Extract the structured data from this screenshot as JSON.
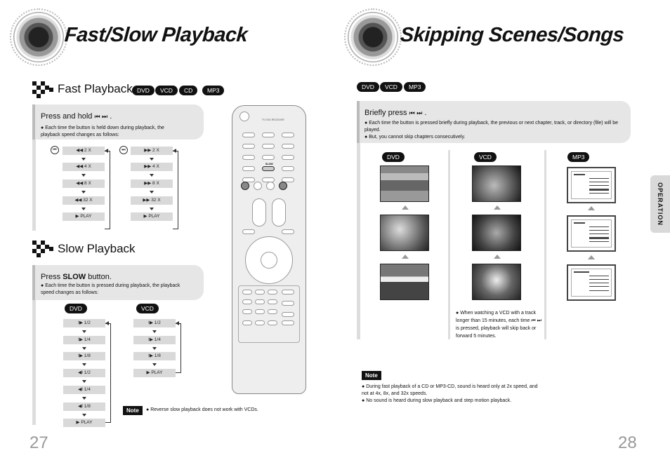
{
  "left": {
    "title": "Fast/Slow Playback",
    "fast": {
      "heading": "Fast Playback",
      "badges": [
        "DVD",
        "VCD",
        "CD",
        "MP3"
      ],
      "instruction": "Press and hold",
      "instruction_icons": "⏮ ⏭",
      "instruction_end": ".",
      "bullet": "Each time the button is held down during playback, the playback speed changes as follows:",
      "rev_icon": "⏮",
      "fwd_icon": "⏭",
      "rev_steps": [
        "◀◀   2 X",
        "◀◀   4 X",
        "◀◀   8 X",
        "◀◀   32 X",
        "▶   PLAY"
      ],
      "fwd_steps": [
        "▶▶   2 X",
        "▶▶   4 X",
        "▶▶   8 X",
        "▶▶   32 X",
        "▶   PLAY"
      ]
    },
    "slow": {
      "heading": "Slow Playback",
      "instruction_pre": "Press",
      "instruction_key": "SLOW",
      "instruction_post": "button.",
      "bullet": "Each time the button is pressed during playback, the playback speed changes as follows:",
      "dvd_badge": "DVD",
      "vcd_badge": "VCD",
      "dvd_steps": [
        "I▶   1/2",
        "I▶   1/4",
        "I▶   1/8",
        "◀I   1/2",
        "◀I   1/4",
        "◀I   1/8",
        "▶   PLAY"
      ],
      "vcd_steps": [
        "I▶   1/2",
        "I▶   1/4",
        "I▶   1/8",
        "▶   PLAY"
      ]
    },
    "note_label": "Note",
    "note": "Reverse slow playback does not work with VCDs.",
    "page_number": "27"
  },
  "right": {
    "title": "Skipping Scenes/Songs",
    "badges": [
      "DVD",
      "VCD",
      "MP3"
    ],
    "instruction": "Briefly press",
    "instruction_icons": "⏮ ⏭",
    "instruction_end": ".",
    "bullets": [
      "Each time the button is pressed briefly during playback, the previous or next chapter, track, or directory (file) will be played.",
      "But, you cannot skip chapters consecutively."
    ],
    "col_badges": [
      "DVD",
      "VCD",
      "MP3"
    ],
    "vcd_note": "When watching a VCD with a track longer than 15 minutes, each time",
    "vcd_note_icons": "⏮ ⏭",
    "vcd_note_end": "is pressed, playback will skip back or forward 5 minutes.",
    "note_label": "Note",
    "notes": [
      "During fast playback of a CD or MP3-CD, sound is heard only at 2x speed, and not at 4x, 8x, and 32x speeds.",
      "No sound is heard during slow playback and step motion playback."
    ],
    "side_tab": "OPERATION",
    "page_number": "28",
    "mp3_screen_label": "MP3"
  },
  "remote": {
    "slow_key": "SLOW"
  },
  "icons": [
    "speaker-icon",
    "checker-icon",
    "remote-control-icon",
    "skip-back-icon",
    "skip-forward-icon"
  ],
  "colors": {
    "badge": "#111111",
    "panel": "#e6e6e6",
    "step": "#d9d9d9",
    "page_number": "#999999"
  }
}
